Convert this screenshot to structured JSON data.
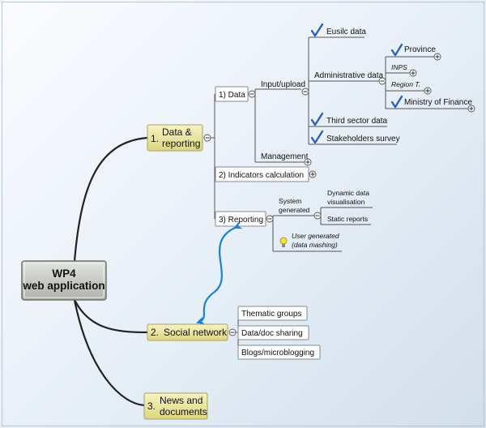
{
  "root": {
    "line1": "WP4",
    "line2": "web application"
  },
  "branches": {
    "data_reporting": {
      "number": "1.",
      "line1": "Data &",
      "line2": "reporting"
    },
    "social_network": {
      "number": "2.",
      "label": "Social network"
    },
    "news_documents": {
      "number": "3.",
      "line1": "News and",
      "line2": "documents"
    }
  },
  "data_reporting_children": {
    "data": "1) Data",
    "indicators": "2) Indicators calculation",
    "reporting": "3) Reporting"
  },
  "data_children": {
    "input_upload": "Input/upload",
    "management": "Management"
  },
  "input_upload_children": {
    "eusilc": "Eusilc data",
    "administrative": "Administrative data",
    "third_sector": "Third sector data",
    "stakeholders": "Stakeholders survey"
  },
  "administrative_children": {
    "province": "Province",
    "inps": "INPS",
    "region": "Region T.",
    "ministry": "Ministry of Finance"
  },
  "reporting_children": {
    "system_generated_line1": "System",
    "system_generated_line2": "generated",
    "user_generated_line1": "User generated",
    "user_generated_line2": "(data mashing)"
  },
  "system_generated_children": {
    "dynamic_line1": "Dynamic data",
    "dynamic_line2": "visualisation",
    "static": "Static reports"
  },
  "social_network_children": {
    "thematic": "Thematic groups",
    "sharing": "Data/doc sharing",
    "blogs": "Blogs/microblogging"
  },
  "colors": {
    "main_branch_fill": "#e8e49c",
    "root_fill": "#c9ccc6",
    "checkmark": "#2a64b8",
    "arrow": "#1e7fd8"
  },
  "icons": {
    "checked": "checkmark-icon",
    "idea": "lightbulb-icon"
  }
}
